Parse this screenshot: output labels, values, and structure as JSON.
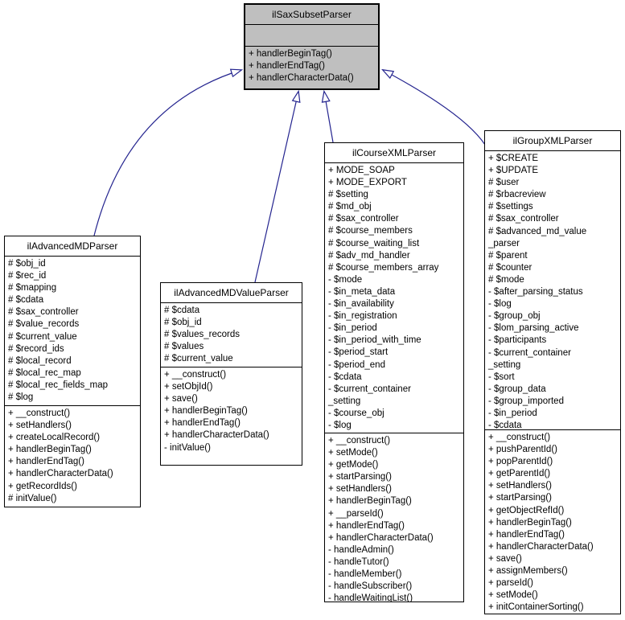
{
  "colors": {
    "background": "#ffffff",
    "node_border": "#000000",
    "base_node_fill": "#bfbfbf",
    "subclass_fill": "#ffffff",
    "arrow": "#24248f",
    "text": "#000000"
  },
  "classes": {
    "sax": {
      "name": "ilSaxSubsetParser",
      "attributes": [],
      "methods": [
        "+ handlerBeginTag()",
        "+ handlerEndTag()",
        "+ handlerCharacterData()"
      ]
    },
    "advmd": {
      "name": "ilAdvancedMDParser",
      "attributes": [
        "# $obj_id",
        "# $rec_id",
        "# $mapping",
        "# $cdata",
        "# $sax_controller",
        "# $value_records",
        "# $current_value",
        "# $record_ids",
        "# $local_record",
        "# $local_rec_map",
        "# $local_rec_fields_map",
        "# $log"
      ],
      "methods": [
        "+ __construct()",
        "+ setHandlers()",
        "+ createLocalRecord()",
        "+ handlerBeginTag()",
        "+ handlerEndTag()",
        "+ handlerCharacterData()",
        "+ getRecordIds()",
        "# initValue()"
      ]
    },
    "advmdval": {
      "name": "ilAdvancedMDValueParser",
      "attributes": [
        "# $cdata",
        "# $obj_id",
        "# $values_records",
        "# $values",
        "# $current_value"
      ],
      "methods": [
        "+ __construct()",
        "+ setObjId()",
        "+ save()",
        "+ handlerBeginTag()",
        "+ handlerEndTag()",
        "+ handlerCharacterData()",
        "- initValue()"
      ]
    },
    "course": {
      "name": "ilCourseXMLParser",
      "attributes": [
        "+ MODE_SOAP",
        "+ MODE_EXPORT",
        "# $setting",
        "# $md_obj",
        "# $sax_controller",
        "# $course_members",
        "# $course_waiting_list",
        "# $adv_md_handler",
        "# $course_members_array",
        "- $mode",
        "- $in_meta_data",
        "- $in_availability",
        "- $in_registration",
        "- $in_period",
        "- $in_period_with_time",
        "- $period_start",
        "- $period_end",
        "- $cdata",
        "- $current_container",
        "_setting",
        "- $course_obj",
        "- $log"
      ],
      "methods": [
        "+ __construct()",
        "+ setMode()",
        "+ getMode()",
        "+ startParsing()",
        "+ setHandlers()",
        "+ handlerBeginTag()",
        "+ __parseId()",
        "+ handlerEndTag()",
        "+ handlerCharacterData()",
        "- handleAdmin()",
        "- handleTutor()",
        "- handleMember()",
        "- handleSubscriber()",
        "- handleWaitingList()"
      ]
    },
    "group": {
      "name": "ilGroupXMLParser",
      "attributes": [
        "+ $CREATE",
        "+ $UPDATE",
        "# $user",
        "# $rbacreview",
        "# $settings",
        "# $sax_controller",
        "# $advanced_md_value",
        "_parser",
        "# $parent",
        "# $counter",
        "# $mode",
        "- $after_parsing_status",
        "- $log",
        "- $group_obj",
        "- $lom_parsing_active",
        "- $participants",
        "- $current_container",
        "_setting",
        "- $sort",
        "- $group_data",
        "- $group_imported",
        "- $in_period",
        "- $cdata"
      ],
      "methods": [
        "+ __construct()",
        "+ pushParentId()",
        "+ popParentId()",
        "+ getParentId()",
        "+ setHandlers()",
        "+ startParsing()",
        "+ getObjectRefId()",
        "+ handlerBeginTag()",
        "+ handlerEndTag()",
        "+ handlerCharacterData()",
        "+ save()",
        "+ assignMembers()",
        "+ parseId()",
        "+ setMode()",
        "+ initContainerSorting()"
      ]
    }
  }
}
